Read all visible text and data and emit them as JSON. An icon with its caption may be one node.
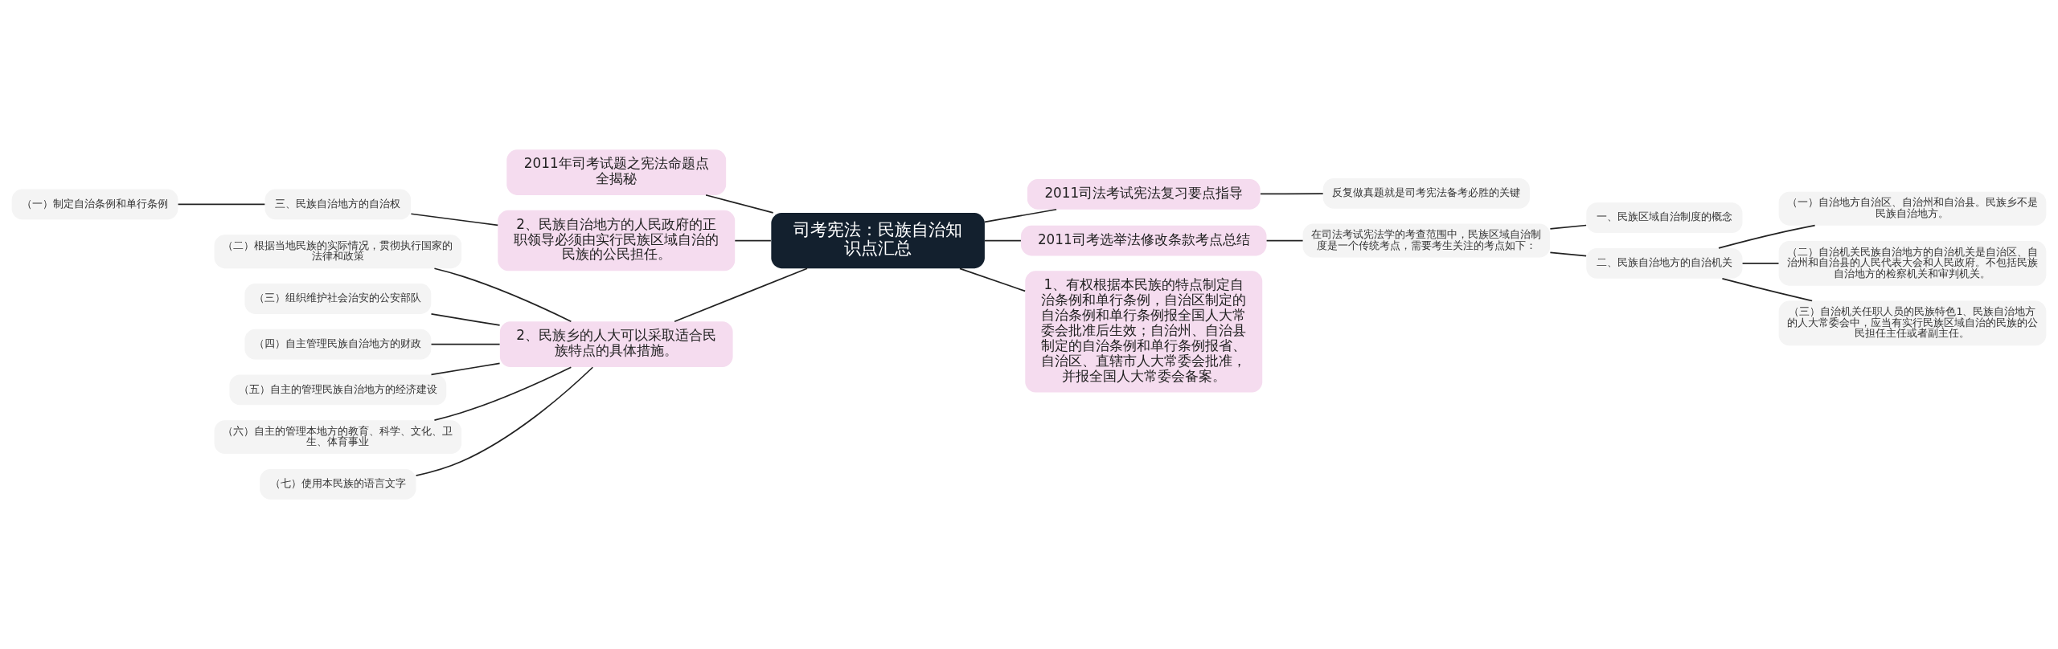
{
  "diagram": {
    "nodes": [
      {
        "text": [
          "司考宪法：民族自治知识点汇总"
        ]
      },
      {
        "text": [
          "2011司法考试宪法复习要点指导"
        ]
      },
      {
        "text": [
          "反复做真题就是司考宪法备考必胜的关键"
        ]
      },
      {
        "text": [
          "2011司考选举法修改条款考点总结"
        ]
      },
      {
        "text": [
          "在司法考试宪法学的考查范围中，民族区域自治制度是一个传统考点，需要考生关注的考点如下："
        ]
      },
      {
        "text": [
          "一、民族区域自治制度的概念"
        ]
      },
      {
        "text": [
          "二、民族自治地方的自治机关"
        ]
      },
      {
        "text": [
          "（一）自治地方自治区、自治州和自治县。民族乡不是民族自治地方。"
        ]
      },
      {
        "text": [
          "（二）自治机关民族自治地方的自治机关是自治区、自治州和自治县的人民代表大会和人民政府。不包括民族自治地方的检察机关和审判机关。"
        ]
      },
      {
        "text": [
          "（三）自治机关任职人员的民族特色1、民族自治地方的人大常委会中，应当有实行民族区域自治的民族的公民担任主任或者副主任。"
        ]
      },
      {
        "text": [
          "1、有权根据本民族的特点制定自治条例和单行条例，自治区制定的自治条例和单行条例报全国人大常委会批准后生效；自治州、自治县制定的自治条例和单行条例报省、自治区、直辖市人大常委会批准，并报全国人大常委会备案。"
        ]
      },
      {
        "text": [
          "2011年司考试题之宪法命题点全揭秘"
        ]
      },
      {
        "text": [
          "2、民族自治地方的人民政府的正职领导必须由实行民族区域自治的民族的公民担任。"
        ]
      },
      {
        "text": [
          "三、民族自治地方的自治权"
        ]
      },
      {
        "text": [
          "（一）制定自治条例和单行条例"
        ]
      },
      {
        "text": [
          "2、民族乡的人大可以采取适合民族特点的具体措施。"
        ]
      },
      {
        "text": [
          "（二）根据当地民族的实际情况，贯彻执行国家的法律和政策"
        ]
      },
      {
        "text": [
          "（三）组织维护社会治安的公安部队"
        ]
      },
      {
        "text": [
          "（四）自主管理民族自治地方的财政"
        ]
      },
      {
        "text": [
          "（五）自主的管理民族自治地方的经济建设"
        ]
      },
      {
        "text": [
          "（六）自主的管理本地方的教育、科学、文化、卫生、体育事业"
        ]
      },
      {
        "text": [
          "（七）使用本民族的语言文字"
        ]
      }
    ],
    "edges": [
      {
        "from": 0,
        "to": 1,
        "arrow": "none"
      },
      {
        "from": 1,
        "to": 2,
        "arrow": "none"
      },
      {
        "from": 0,
        "to": 3,
        "arrow": "none"
      },
      {
        "from": 3,
        "to": 4,
        "arrow": "none"
      },
      {
        "from": 4,
        "to": 5,
        "arrow": "none"
      },
      {
        "from": 4,
        "to": 6,
        "arrow": "none"
      },
      {
        "from": 6,
        "to": 7,
        "arrow": "none"
      },
      {
        "from": 6,
        "to": 8,
        "arrow": "none"
      },
      {
        "from": 6,
        "to": 9,
        "arrow": "none"
      },
      {
        "from": 0,
        "to": 10,
        "arrow": "none"
      },
      {
        "from": 0,
        "to": 11,
        "arrow": "none"
      },
      {
        "from": 0,
        "to": 12,
        "arrow": "none"
      },
      {
        "from": 12,
        "to": 13,
        "arrow": "none"
      },
      {
        "from": 13,
        "to": 14,
        "arrow": "none"
      },
      {
        "from": 0,
        "to": 15,
        "arrow": "none"
      },
      {
        "from": 15,
        "to": 16,
        "arrow": "none"
      },
      {
        "from": 15,
        "to": 17,
        "arrow": "none"
      },
      {
        "from": 15,
        "to": 18,
        "arrow": "none"
      },
      {
        "from": 15,
        "to": 19,
        "arrow": "none"
      },
      {
        "from": 15,
        "to": 20,
        "arrow": "none"
      },
      {
        "from": 15,
        "to": 21,
        "arrow": "none"
      }
    ]
  }
}
